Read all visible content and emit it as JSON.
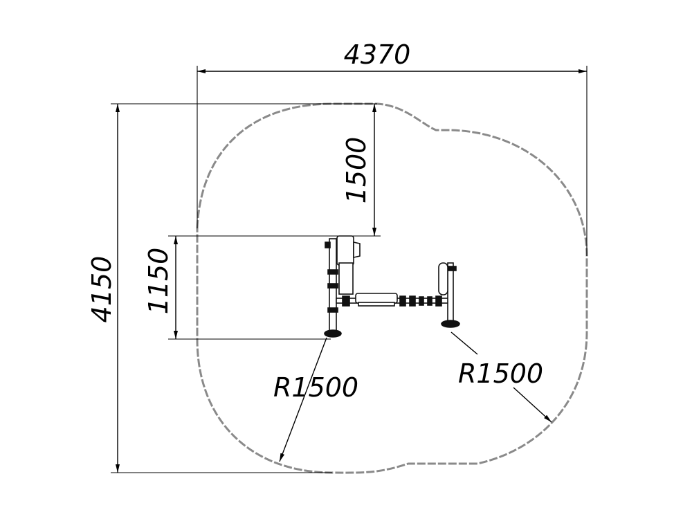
{
  "dimensions": {
    "overall_width": "4370",
    "overall_height": "4150",
    "top_offset": "1500",
    "equipment_depth": "1150",
    "radius_left": "R1500",
    "radius_right": "R1500"
  },
  "colors": {
    "line": "#000000",
    "safety_zone": "#8a8a8a",
    "background": "#ffffff"
  }
}
